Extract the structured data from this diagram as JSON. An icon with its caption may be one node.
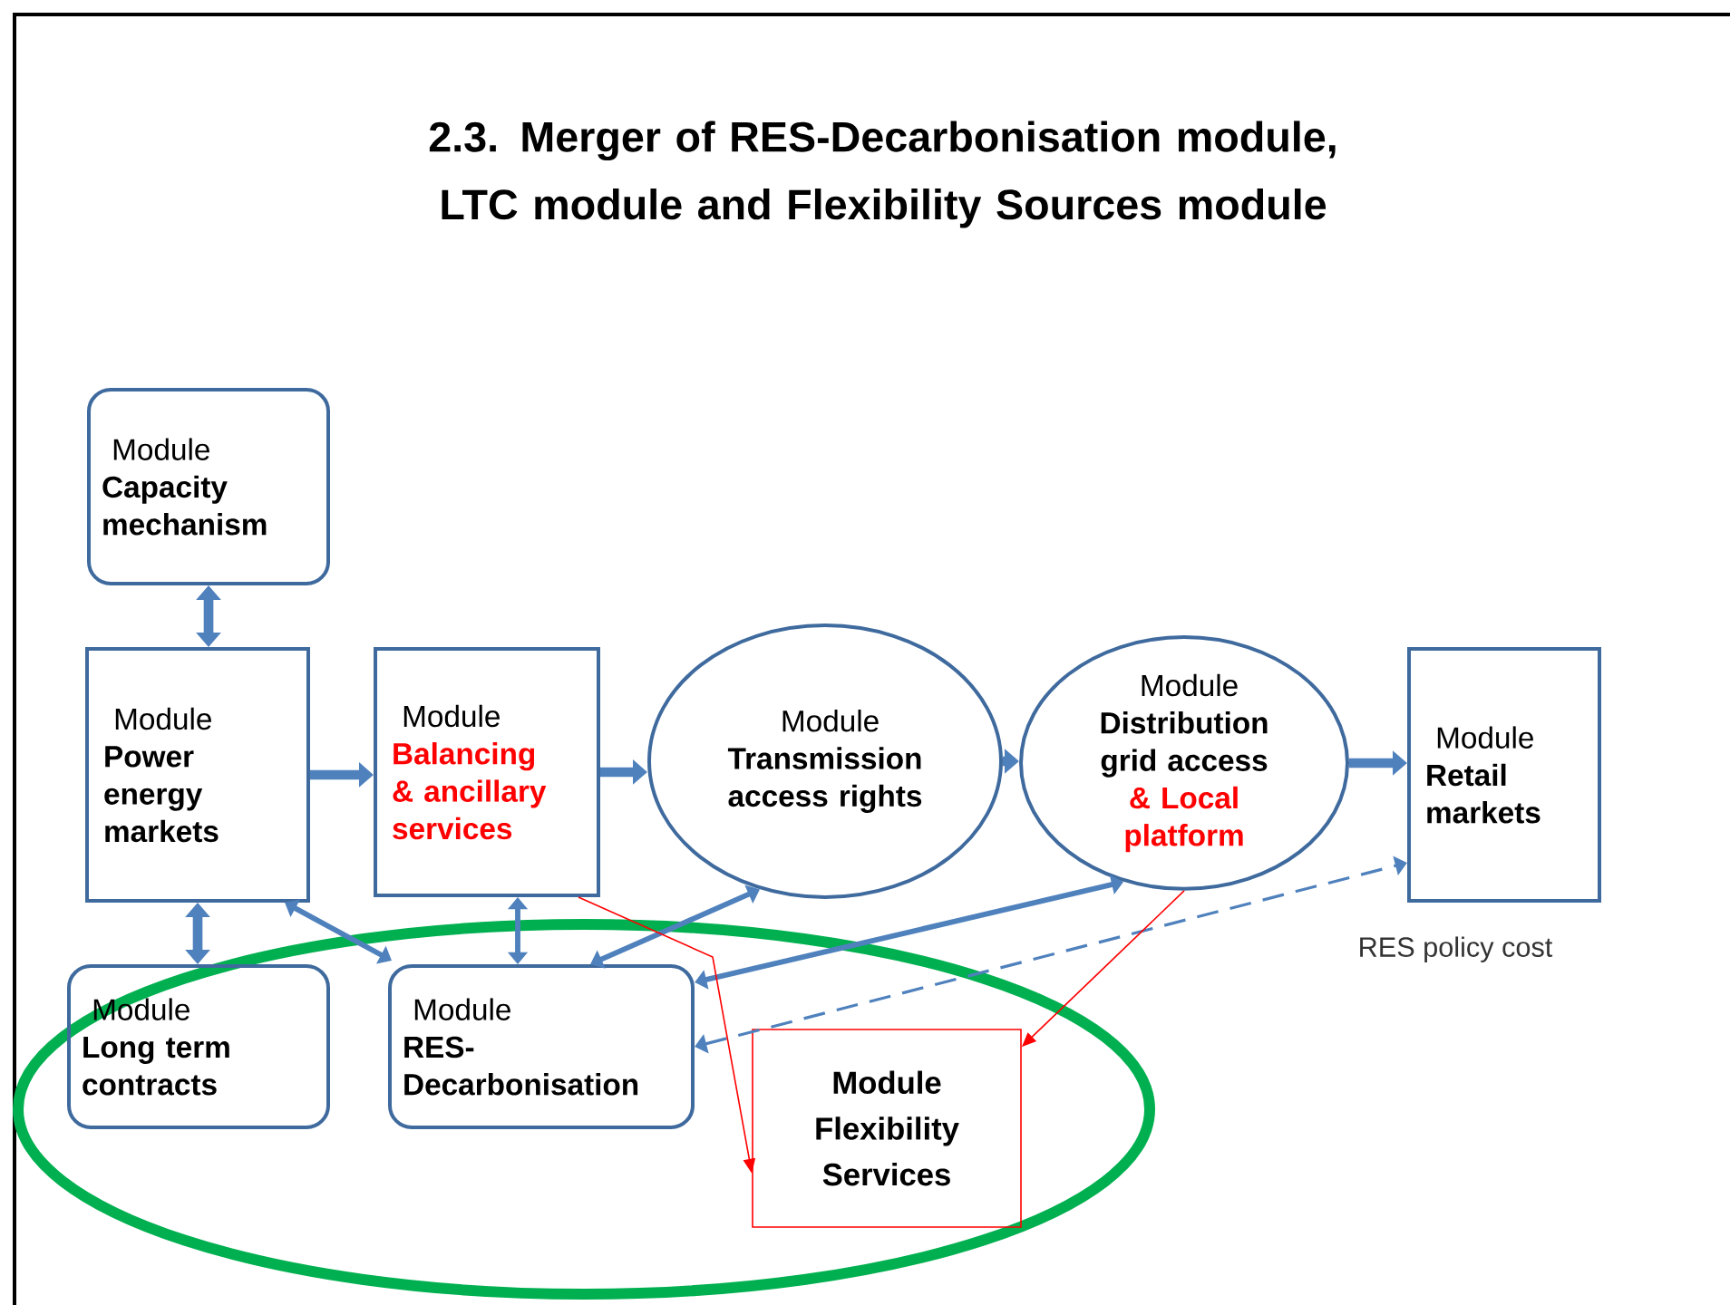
{
  "diagram": {
    "title": "2.3. Merger of RES-Decarbonisation module, LTC module and Flexibility Sources module",
    "nodes": [
      {
        "text": [
          "Module",
          "Capacity mechanism"
        ]
      },
      {
        "text": [
          "Module",
          "Power energy markets"
        ]
      },
      {
        "text": [
          "Module",
          "Balancing & ancillary services"
        ]
      },
      {
        "text": [
          "Module",
          "Transmission access rights"
        ]
      },
      {
        "text": [
          "Module",
          "Distribution grid access",
          "& Local platform"
        ]
      },
      {
        "text": [
          "Module",
          "Retail markets"
        ],
        "beside": [
          "RES policy cost"
        ]
      },
      {
        "text": [
          "Module",
          "Long term contracts"
        ]
      },
      {
        "text": [
          "Module",
          "RES-Decarbonisation"
        ]
      },
      {
        "text": [
          "Module",
          "Flexibility Services"
        ]
      }
    ],
    "edges": [
      {
        "from": 0,
        "to": 1,
        "arrow": "both",
        "style": "thick"
      },
      {
        "from": 1,
        "to": 2,
        "arrow": "to",
        "style": "thick"
      },
      {
        "from": 2,
        "to": 3,
        "arrow": "to",
        "style": "thick"
      },
      {
        "from": 3,
        "to": 4,
        "arrow": "to",
        "style": "thick"
      },
      {
        "from": 4,
        "to": 5,
        "arrow": "to",
        "style": "thick"
      },
      {
        "from": 1,
        "to": 6,
        "arrow": "both",
        "style": "thick"
      },
      {
        "from": 1,
        "to": 7,
        "arrow": "both"
      },
      {
        "from": 2,
        "to": 7,
        "arrow": "both"
      },
      {
        "from": 7,
        "to": 3,
        "arrow": "both"
      },
      {
        "from": 7,
        "to": 4,
        "arrow": "both"
      },
      {
        "from": 7,
        "to": 5,
        "arrow": "both",
        "style": "dashed"
      },
      {
        "from": 2,
        "to": 8,
        "arrow": "to",
        "color": "#ff0000"
      },
      {
        "from": 4,
        "to": 8,
        "arrow": "to",
        "color": "#ff0000"
      }
    ]
  }
}
